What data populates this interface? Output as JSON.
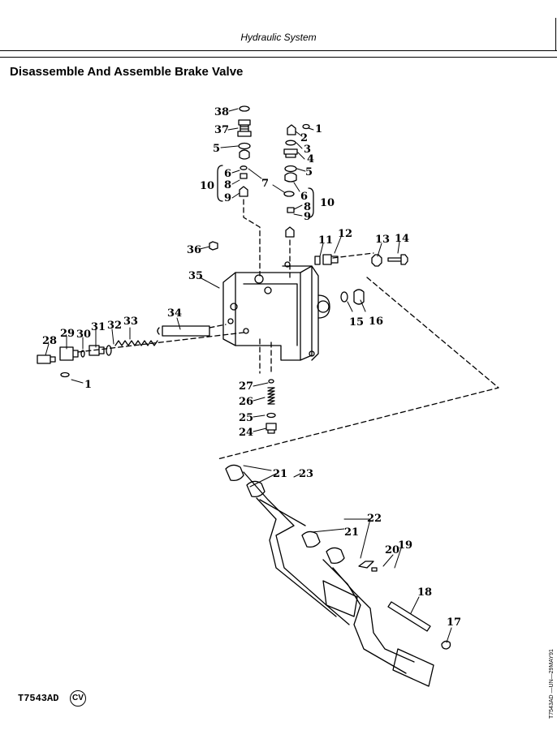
{
  "header": {
    "running_head": "Hydraulic System"
  },
  "section": {
    "title": "Disassemble And Assemble Brake Valve"
  },
  "figure": {
    "code": "T7543AD",
    "badge": "CV",
    "side_code": "T7543AD —UN—29MAY91",
    "labels": {
      "c38": "38",
      "c37": "37",
      "c5a": "5",
      "c6a": "6",
      "c8a": "8",
      "c9a": "9",
      "c10a": "10",
      "c7": "7",
      "c1a": "1",
      "c2": "2",
      "c3": "3",
      "c4": "4",
      "c5b": "5",
      "c6b": "6",
      "c8b": "8",
      "c9b": "9",
      "c10b": "10",
      "c36": "36",
      "c11": "11",
      "c12": "12",
      "c13": "13",
      "c14": "14",
      "c15": "15",
      "c16": "16",
      "c35": "35",
      "c34": "34",
      "c33": "33",
      "c32": "32",
      "c31": "31",
      "c30": "30",
      "c29": "29",
      "c28": "28",
      "c1b": "1",
      "c27": "27",
      "c26": "26",
      "c25": "25",
      "c24": "24",
      "c21a": "21",
      "c23": "23",
      "c21b": "21",
      "c22": "22",
      "c20": "20",
      "c19": "19",
      "c18": "18",
      "c17": "17"
    }
  }
}
